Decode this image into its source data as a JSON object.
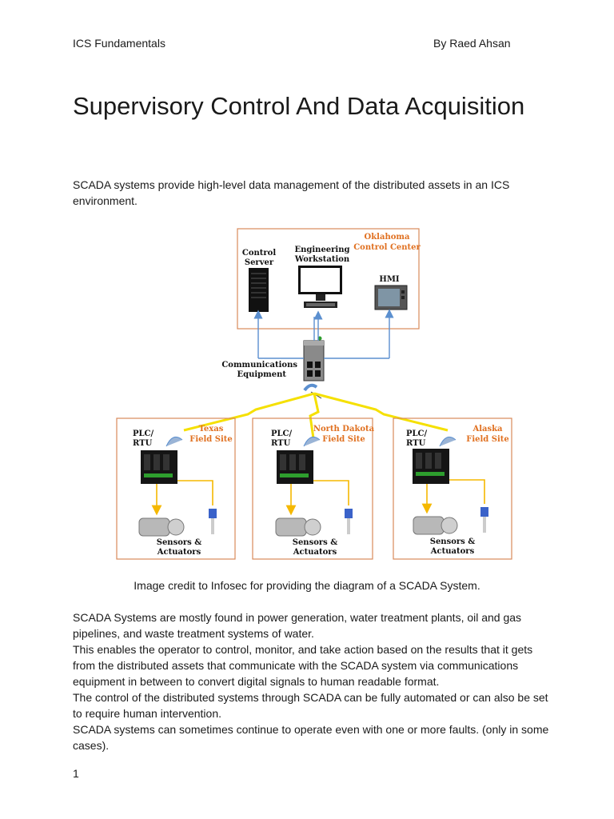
{
  "header": {
    "left": "ICS Fundamentals",
    "right": "By Raed Ahsan"
  },
  "title": "Supervisory Control And Data Acquisition",
  "intro": "SCADA systems provide high-level data management of the distributed assets in an ICS environment.",
  "diagram": {
    "control_center": "Oklahoma Control Center",
    "control_center_lines": [
      "Oklahoma",
      "Control Center"
    ],
    "control_server_lines": [
      "Control",
      "Server"
    ],
    "workstation_lines": [
      "Engineering",
      "Workstation"
    ],
    "hmi": "HMI",
    "comms_lines": [
      "Communications",
      "Equipment"
    ],
    "sites": [
      {
        "lines": [
          "Texas",
          "Field Site"
        ],
        "plc_lines": [
          "PLC/",
          "RTU"
        ],
        "sensors_lines": [
          "Sensors &",
          "Actuators"
        ]
      },
      {
        "lines": [
          "North Dakota",
          "Field Site"
        ],
        "plc_lines": [
          "PLC/",
          "RTU"
        ],
        "sensors_lines": [
          "Sensors &",
          "Actuators"
        ]
      },
      {
        "lines": [
          "Alaska",
          "Field Site"
        ],
        "plc_lines": [
          "PLC/",
          "RTU"
        ],
        "sensors_lines": [
          "Sensors &",
          "Actuators"
        ]
      }
    ],
    "colors": {
      "border": "#d98a5a",
      "site_text": "#e07020",
      "blue_link": "#5b8fcf",
      "yellow_link": "#f5b800"
    }
  },
  "caption": "Image credit to Infosec for providing the diagram of a SCADA System.",
  "body_lines": [
    "SCADA Systems are mostly found in power generation, water treatment plants, oil and gas",
    "pipelines, and waste treatment systems of water.",
    "This enables the operator to control, monitor, and take action based on the results that it gets",
    "from the distributed assets that communicate with the SCADA system via communications",
    "equipment in between to convert digital signals to human readable format.",
    "The control of the distributed systems through SCADA can be fully automated or can also be set",
    "to require human intervention.",
    "SCADA systems can sometimes continue to operate even with one or more faults. (only in some",
    "cases)."
  ],
  "page_number": "1"
}
